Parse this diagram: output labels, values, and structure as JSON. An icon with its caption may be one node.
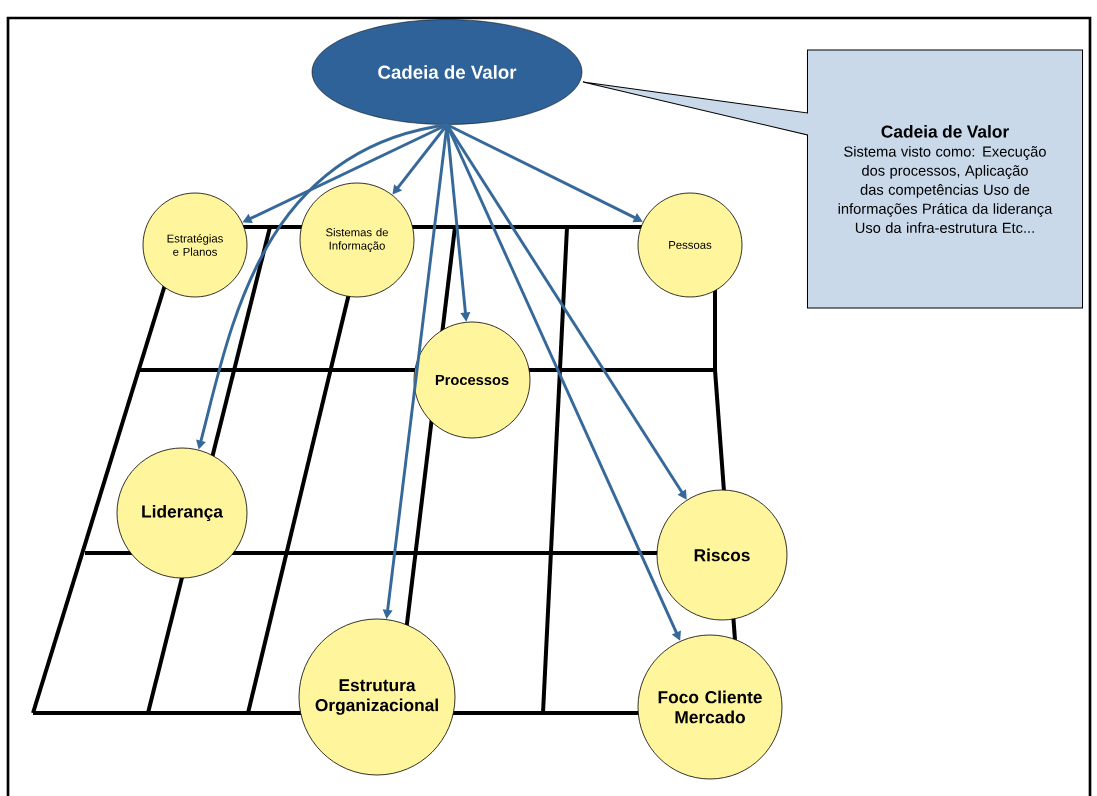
{
  "diagram": {
    "nodes": [
      {
        "text": [
          "Cadeia de Valor"
        ]
      },
      {
        "text": [
          "Cadeia de Valor",
          "Sistema visto como: Execução dos processos, Aplicação das competências Uso de informações Prática da liderança Uso da infra-estrutura Etc..."
        ]
      },
      {
        "text": [
          "Estratégias e Planos"
        ]
      },
      {
        "text": [
          "Sistemas de Informação"
        ]
      },
      {
        "text": [
          "Pessoas"
        ]
      },
      {
        "text": [
          "Processos"
        ]
      },
      {
        "text": [
          "Liderança"
        ]
      },
      {
        "text": [
          "Riscos"
        ]
      },
      {
        "text": [
          "Estrutura Organizacional"
        ]
      },
      {
        "text": [
          "Foco Cliente Mercado"
        ]
      }
    ],
    "edges": [
      {
        "from": 0,
        "to": 2,
        "arrow": "to"
      },
      {
        "from": 0,
        "to": 3,
        "arrow": "to"
      },
      {
        "from": 0,
        "to": 4,
        "arrow": "to"
      },
      {
        "from": 0,
        "to": 5,
        "arrow": "to"
      },
      {
        "from": 0,
        "to": 6,
        "arrow": "to"
      },
      {
        "from": 0,
        "to": 7,
        "arrow": "to"
      },
      {
        "from": 0,
        "to": 8,
        "arrow": "to"
      },
      {
        "from": 0,
        "to": 9,
        "arrow": "to"
      }
    ]
  }
}
